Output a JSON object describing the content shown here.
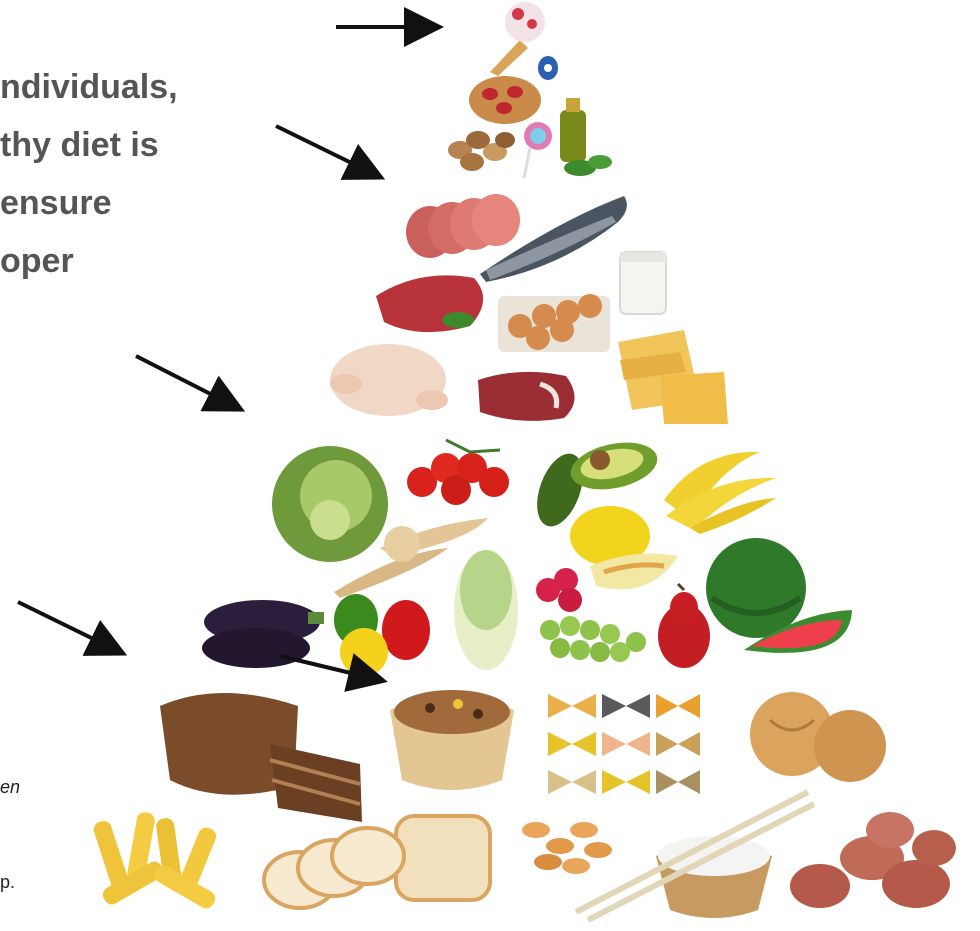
{
  "text_block": {
    "lines": [
      "ndividuals,",
      "thy diet is",
      "ensure",
      "oper"
    ]
  },
  "footnotes": {
    "italic": "en",
    "regular": "p."
  },
  "food_items": {
    "tier1": [
      "ice-cream-cone",
      "candy",
      "pastry",
      "olive-oil",
      "nuts",
      "lollipop",
      "basil"
    ],
    "tier2": [
      "ham",
      "fish",
      "milk",
      "beef",
      "eggs",
      "chicken",
      "steak",
      "cheese"
    ],
    "tier3": [
      "cabbage",
      "tomatoes",
      "avocado",
      "bananas",
      "parsnips",
      "melon",
      "eggplant",
      "peppers",
      "napa-cabbage",
      "raspberries",
      "grapes",
      "pear",
      "watermelon"
    ],
    "tier4": [
      "bread-loaf",
      "muesli-bowl",
      "bowtie-pasta",
      "bread-rolls",
      "fusilli-pasta",
      "sliced-bread",
      "crackers",
      "rice-bowl",
      "potatoes"
    ]
  },
  "colors": {
    "text": "#555555",
    "arrow": "#111111"
  }
}
